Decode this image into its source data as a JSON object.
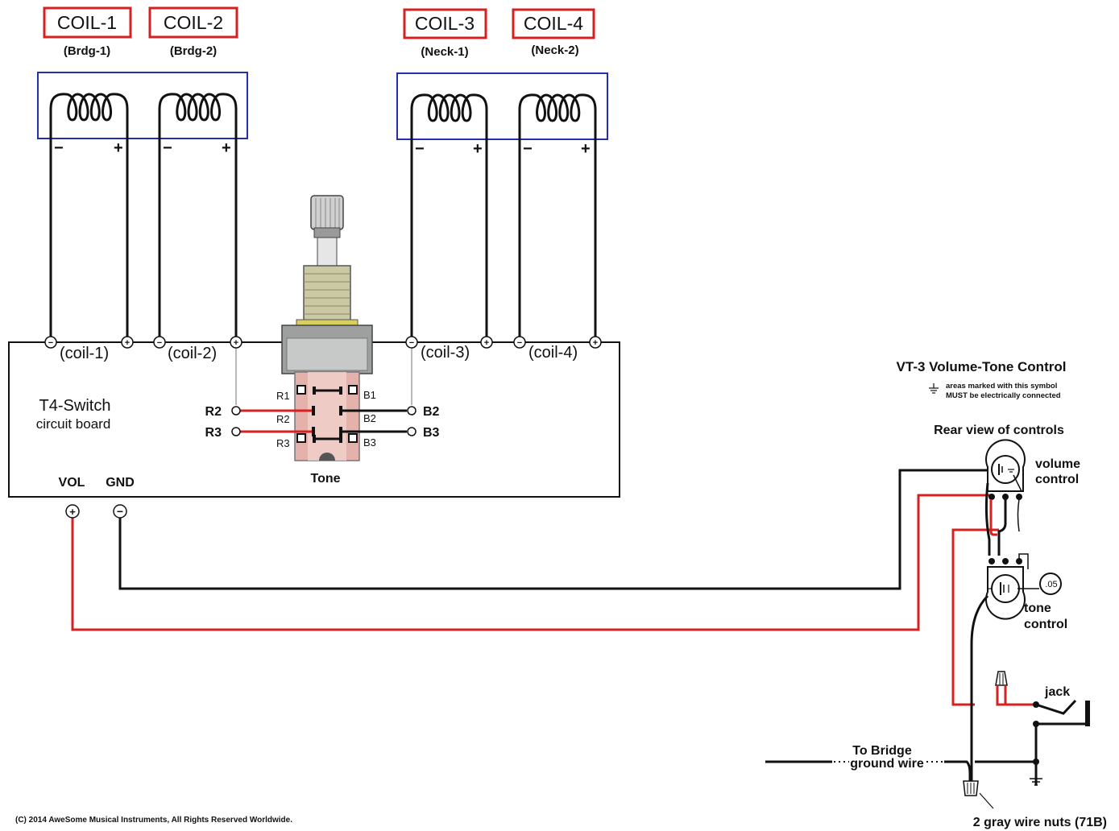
{
  "coils": [
    {
      "title": "COIL-1",
      "sub": "(Brdg-1)",
      "board_label": "(coil-1)"
    },
    {
      "title": "COIL-2",
      "sub": "(Brdg-2)",
      "board_label": "(coil-2)"
    },
    {
      "title": "COIL-3",
      "sub": "(Neck-1)",
      "board_label": "(coil-3)"
    },
    {
      "title": "COIL-4",
      "sub": "(Neck-2)",
      "board_label": "(coil-4)"
    }
  ],
  "coil_polarity": {
    "minus": "−",
    "plus": "+"
  },
  "board": {
    "title": "T4-Switch",
    "subtitle": "circuit board",
    "vol": "VOL",
    "gnd": "GND"
  },
  "switch": {
    "left_terminals": [
      "R2",
      "R3"
    ],
    "right_terminals": [
      "B2",
      "B3"
    ],
    "inner_left": [
      "R1",
      "R2",
      "R3"
    ],
    "inner_right": [
      "B1",
      "B2",
      "B3"
    ],
    "label": "Tone"
  },
  "vt3": {
    "title": "VT-3  Volume-Tone Control",
    "note_line1": "areas marked with this symbol",
    "note_line2": "MUST be electrically connected",
    "rear_view": "Rear view of controls",
    "volume_line1": "volume",
    "volume_line2": "control",
    "tone_line1": "tone",
    "tone_line2": "control",
    "cap_value": ".05",
    "jack": "jack",
    "bridge_line1": "To Bridge",
    "bridge_line2": "ground wire",
    "wire_nuts": "2 gray wire nuts (71B)"
  },
  "copyright": "(C) 2014 AweSome Musical Instruments, All Rights Reserved Worldwide.",
  "colors": {
    "red_wire": "#d82020",
    "black_wire": "#111111",
    "coil_box": "#d42020",
    "pair_box": "#2030b0"
  }
}
